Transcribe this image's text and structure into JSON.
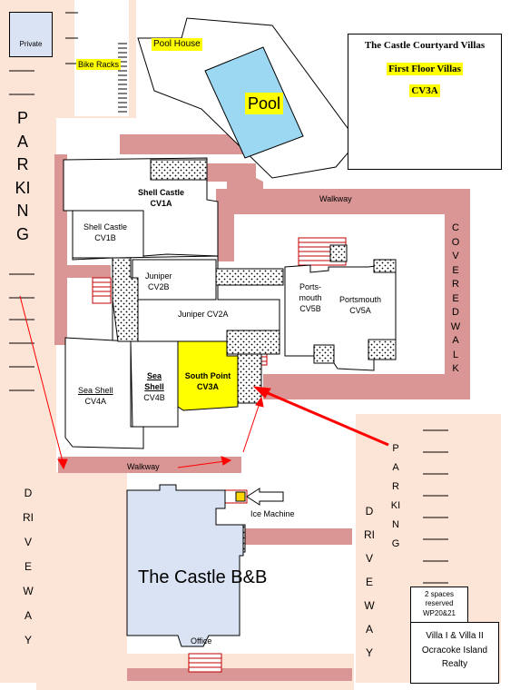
{
  "title": {
    "line1": "The Castle Courtyard Villas",
    "line2": "First Floor Villas",
    "line3": "CV3A"
  },
  "labels": {
    "private": "Private",
    "bike_racks": "Bike Racks",
    "pool_house": "Pool House",
    "pool": "Pool",
    "walkway_top": "Walkway",
    "walkway_bottom": "Walkway",
    "covered_walk": "COVEREDWALK",
    "parking_left": "PARKING",
    "parking_right": "PARKING",
    "driveway_left": "DRIVEWAY",
    "driveway_right": "DRIVEWAY",
    "ice_machine": "Ice Machine",
    "castle_bb": "The Castle B&B",
    "office": "Office",
    "reserved": "2 spaces reserved WP20&21",
    "realty": "Villa I & Villa II Ocracoke Island Realty"
  },
  "units": {
    "cv1a": {
      "name": "Shell Castle",
      "code": "CV1A"
    },
    "cv1b": {
      "name": "Shell Castle",
      "code": "CV1B"
    },
    "cv2b": {
      "name": "Juniper",
      "code": "CV2B"
    },
    "cv2a": {
      "name": "Juniper CV2A"
    },
    "cv5b": {
      "name": "Ports-mouth",
      "code": "CV5B"
    },
    "cv5a": {
      "name": "Portsmouth",
      "code": "CV5A"
    },
    "cv4a": {
      "name": "Sea Shell",
      "code": "CV4A"
    },
    "cv4b": {
      "name": "Sea Shell",
      "code": "CV4B"
    },
    "cv3a": {
      "name": "South Point",
      "code": "CV3A"
    }
  },
  "colors": {
    "walkway": "#d99694",
    "parking": "#fce4d6",
    "pool": "#9dd8f2",
    "castle": "#dae3f3",
    "highlight": "#ffff00",
    "arrow": "#ff0000"
  }
}
